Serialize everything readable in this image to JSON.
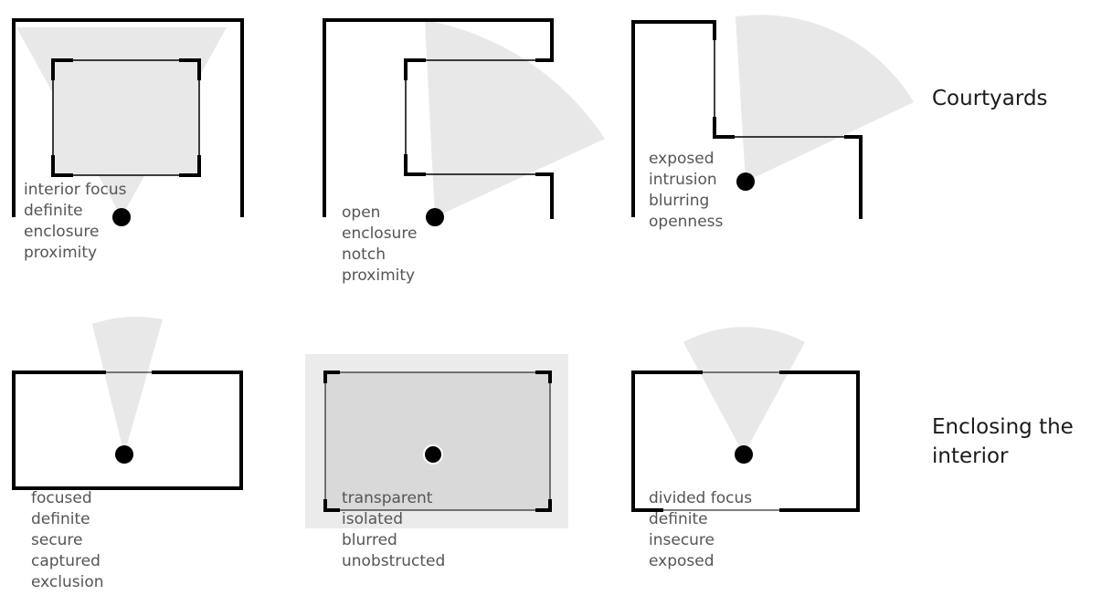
{
  "row_titles": {
    "courtyards": "Courtyards",
    "enclosing_line1": "Enclosing the",
    "enclosing_line2": "interior"
  },
  "diagrams": [
    {
      "id": "d1",
      "caption": [
        "interior focus",
        "definite",
        "enclosure",
        "proximity"
      ]
    },
    {
      "id": "d2",
      "caption": [
        "open",
        "enclosure",
        "notch",
        "proximity"
      ]
    },
    {
      "id": "d3",
      "caption": [
        "exposed",
        "intrusion",
        "blurring",
        "openness"
      ]
    },
    {
      "id": "d4",
      "caption": [
        "focused",
        "definite",
        "secure",
        "captured",
        "exclusion"
      ]
    },
    {
      "id": "d5",
      "caption": [
        "transparent",
        "isolated",
        "blurred",
        "unobstructed"
      ]
    },
    {
      "id": "d6",
      "caption": [
        "divided focus",
        "definite",
        "insecure",
        "exposed"
      ]
    }
  ],
  "colors": {
    "wall": "#000000",
    "view_field": "#e8e8e8",
    "interior_fill": "#d9d9d9",
    "outer_fill": "#ebebeb",
    "caption_text": "#555555",
    "title_text": "#1a1a1a"
  }
}
